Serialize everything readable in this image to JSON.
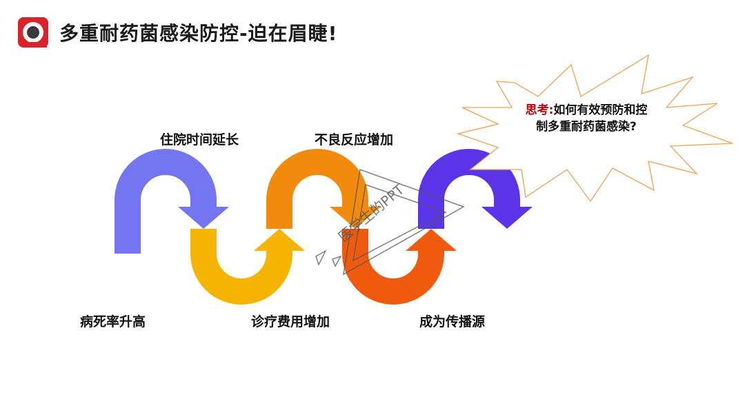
{
  "slide": {
    "title": "多重耐药菌感染防控-迫在眉睫!",
    "logo_icon": "record-dot-icon"
  },
  "wave": {
    "colors": {
      "segment1": "#7376f0",
      "segment2": "#f5b400",
      "segment3": "#f18a0d",
      "segment4": "#f05a0f",
      "segment5": "#5a34e8"
    },
    "labels_top": [
      "住院时间延长",
      "不良反应增加"
    ],
    "labels_bottom": [
      "病死率升高",
      "诊疗费用增加",
      "成为传播源"
    ]
  },
  "callout": {
    "keyword": "思考:",
    "question": "如何有效预防和控制多重耐药菌感染?",
    "border_color": "#f0a050"
  },
  "watermark": {
    "text": "医学生的PPT"
  }
}
